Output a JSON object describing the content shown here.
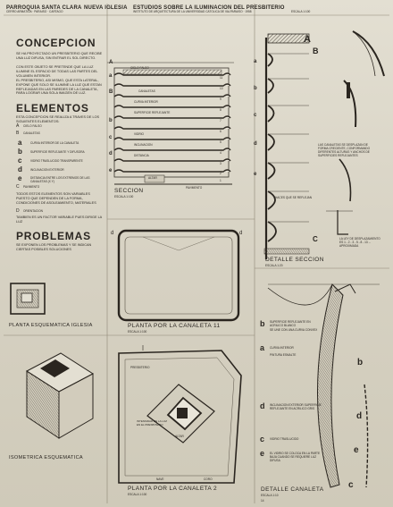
{
  "header": {
    "left_title": "PARROQUIA SANTA CLARA",
    "left_sub": "CERRO ARMATIOA · PARAISO · CARTAGO",
    "center_title": "NUEVA IGLESIA",
    "right_title": "ESTUDIOS SOBRE LA ILUMINACION DEL PRESBITERIO",
    "right_sub": "INSTITUTO DE ARQUITECTURA DE LA UNIVERSIDAD CATOLICA DE VALPARAISO · 1958",
    "scale": "ESCALA 1:100"
  },
  "concepcion": {
    "title": "CONCEPCION",
    "p1": "SE HA PROYECTADO UN PRESBITERIO QUE RECIBE UNA LUZ DIFUSA, SIN ENTRAR EL SOL DIRECTO.",
    "p2": "CON ESTE OBJETO SE PRETENDE QUE LA LUZ ILUMINE EL ESPACIO DE TODAS LAS PARTES DEL VOLUMEN INTERIOR.",
    "p3": "EL PRESBITERIO, ASI MISMO, QUE ESTA LATERAL, EXPONE QUE SOLO SE ILUMINE LA LUZ QUE ESTAN REFLEJADAS EN LAS PAREDES DE LA CANALETA, PARA LOGRAR UNA SOLA IMAGEN DE LUZ."
  },
  "elementos": {
    "title": "ELEMENTOS",
    "intro": "ESTA CONCEPCION SE REALIZA A TRAVES DE LOS SIGUIENTES ELEMENTOS:",
    "items": [
      {
        "key": "A",
        "label": "CIELO FALSO"
      },
      {
        "key": "B",
        "label": "CANALETAS"
      },
      {
        "key": "a",
        "label": "CURVA INTERIOR DE LA CANALETA"
      },
      {
        "key": "b",
        "label": "SUPERFICIE REFLEJANTE Y DIFUSORA"
      },
      {
        "key": "c",
        "label": "VIDRIO TRASLUCIDO TRANSPARENTE"
      },
      {
        "key": "d",
        "label": "INCLINACION EXTERIOR"
      },
      {
        "key": "e",
        "label": "DISTANCIA ENTRE LOS EXTREMOS DE LAS CANALETAS (X Y)"
      },
      {
        "key": "C",
        "label": "PAVIMENTO"
      },
      {
        "key": "D",
        "label": "ORIENTACION"
      }
    ],
    "variables_note": "TODOS ESTOS ELEMENTOS SON VARIABLES PUESTO QUE DEPENDEN DE LA FORMA, CONDICIONES DE ASOLEAMIENTO, MATERIALES",
    "orientation_note": "TAMBIEN ES UN FACTOR VARIABLE PUES DIRIGE LA LUZ"
  },
  "problemas": {
    "title": "PROBLEMAS",
    "text": "SE EXPONEN LOS PROBLEMAS Y SE INDICAN CIERTAS POSIBLES SOLUCIONES"
  },
  "section_labels": {
    "cielo_falso": "CIELO FALSO",
    "canaletas": "CANALETAS",
    "curva_interior": "CURVA INTERIOR",
    "superficie": "SUPERFICIE REFLEJANTE",
    "vidrio": "VIDRIO",
    "inclinacion": "INCLINACION",
    "distancia": "DISTANCIA",
    "pavimento": "PAVIMENTO",
    "altar": "ALTAR",
    "haces": "HACES QUE SE REFLEJAN",
    "numbers": [
      "11",
      "10",
      "9",
      "8",
      "7",
      "6",
      "5",
      "4",
      "3",
      "2",
      "1"
    ]
  },
  "drawings": {
    "seccion": "SECCION",
    "seccion_scale": "ESCALA 1:100",
    "detalle_seccion": "DETALLE SECCION",
    "detalle_seccion_scale": "ESCALA 1:20",
    "planta_isometrica": "PLANTA ESQUEMATICA IGLESIA",
    "isometrica": "ISOMETRICA ESQUEMATICA",
    "planta_11": "PLANTA POR LA CANALETA 11",
    "planta_11_scale": "ESCALA 1:100",
    "planta_2": "PLANTA POR LA CANALETA 2",
    "planta_2_scale": "ESCALA 1:100",
    "detalle_canaleta": "DETALLE CANALETA",
    "detalle_canaleta_scale": "ESCALA 1:10",
    "page_number": "14"
  },
  "right_notes": {
    "n1": "LAS CANALETAS SE DESPLAZAN DE FORMA CRECIENTE, CONFORMANDO DIFERENTES ALTURAS Y ANCHOS DE SUPERFICIES REFLEJANTES",
    "n2": "LA LEY DE DESPLAZAMIENTO ES 1 - 2 - 3 - 5 - 8 - 13 ... APROXIMADA"
  },
  "canaleta_notes": {
    "b": "SUPERFICIE REFLEJANTE EN ACRILICO BLANCO",
    "b2": "SE UNE CON UNA CURVA CONVEX",
    "a": "CURVA INTERIOR",
    "a2": "PINTURA ESMALTE",
    "d": "INCLINACION EXTERIOR SUPERFICIE REFLEJANTE EN ACRILICO GRIS",
    "c": "VIDRIO TRASLUCIDO",
    "e": "EL VIDRIO SE COLOCA EN LA PARTE BAJA CUANDO SE REQUIERE LUZ DIFUSA"
  },
  "plan_labels": {
    "presbiterio": "PRESBITERIO",
    "altar": "ALTAR",
    "nave": "NAVE",
    "coro": "CORO",
    "intensidad": "INTENSIDAD DE LA LUZ EN EL PRESBITERIO"
  }
}
